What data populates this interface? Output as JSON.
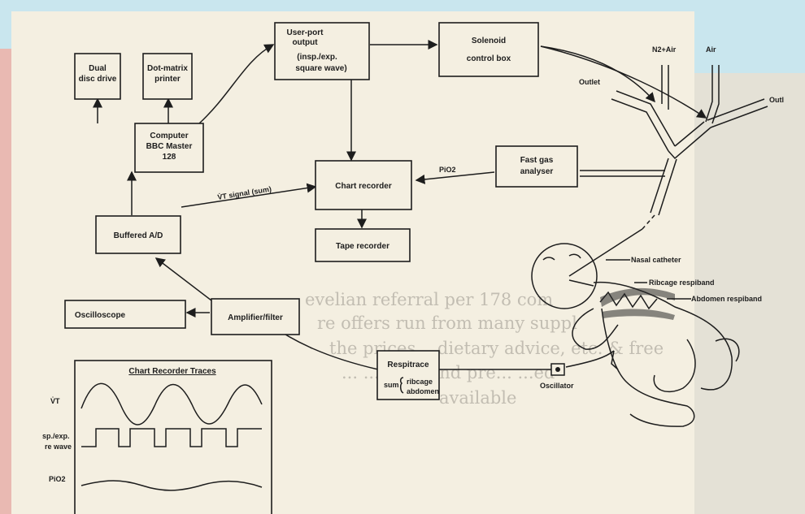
{
  "boxes": {
    "dual_disc_drive": [
      "Dual",
      "disc drive"
    ],
    "dot_matrix_printer": [
      "Dot-matrix",
      "printer"
    ],
    "computer": [
      "Computer",
      "BBC Master",
      "128"
    ],
    "user_port_output": [
      "User-port",
      "output",
      "(insp./exp.",
      "square wave)"
    ],
    "solenoid_control_box": [
      "Solenoid",
      "control box"
    ],
    "chart_recorder": "Chart recorder",
    "fast_gas_analyser": [
      "Fast gas",
      "analyser"
    ],
    "tape_recorder": "Tape recorder",
    "buffered_ad": "Buffered A/D",
    "oscilloscope": "Oscilloscope",
    "amplifier_filter": "Amplifier/filter",
    "respitrace": "Respitrace",
    "respitrace_sum": "sum",
    "respitrace_inputs": [
      "ribcage",
      "abdomen"
    ]
  },
  "signals": {
    "vt_signal": "V̇T signal (sum)",
    "pio2": "PiO2"
  },
  "labels": {
    "n2_air": "N2+Air",
    "air": "Air",
    "outlet_left": "Outlet",
    "outlet_right": "Outl",
    "nasal_catheter": "Nasal catheter",
    "ribcage_respiband": "Ribcage respiband",
    "abdomen_respiband": "Abdomen respiband",
    "oscillator": "Oscillator"
  },
  "traces": {
    "title": "Chart Recorder Traces",
    "vt_label": "V̇T",
    "wave_label_1": "sp./exp.",
    "wave_label_2": "re wave",
    "pio2_label": "PiO2"
  },
  "background_text": [
    "evelian referral per 178 com",
    "re offers run from many suppl",
    "the prices... dietary advice, etc. & free",
    "... ...ment and pre... ...ed",
    "available"
  ],
  "colors": {
    "frame_blue": "#c9e6ee",
    "frame_pink": "#e9b9b2",
    "paper": "#f4efe1",
    "ink": "#1d1d1d"
  }
}
